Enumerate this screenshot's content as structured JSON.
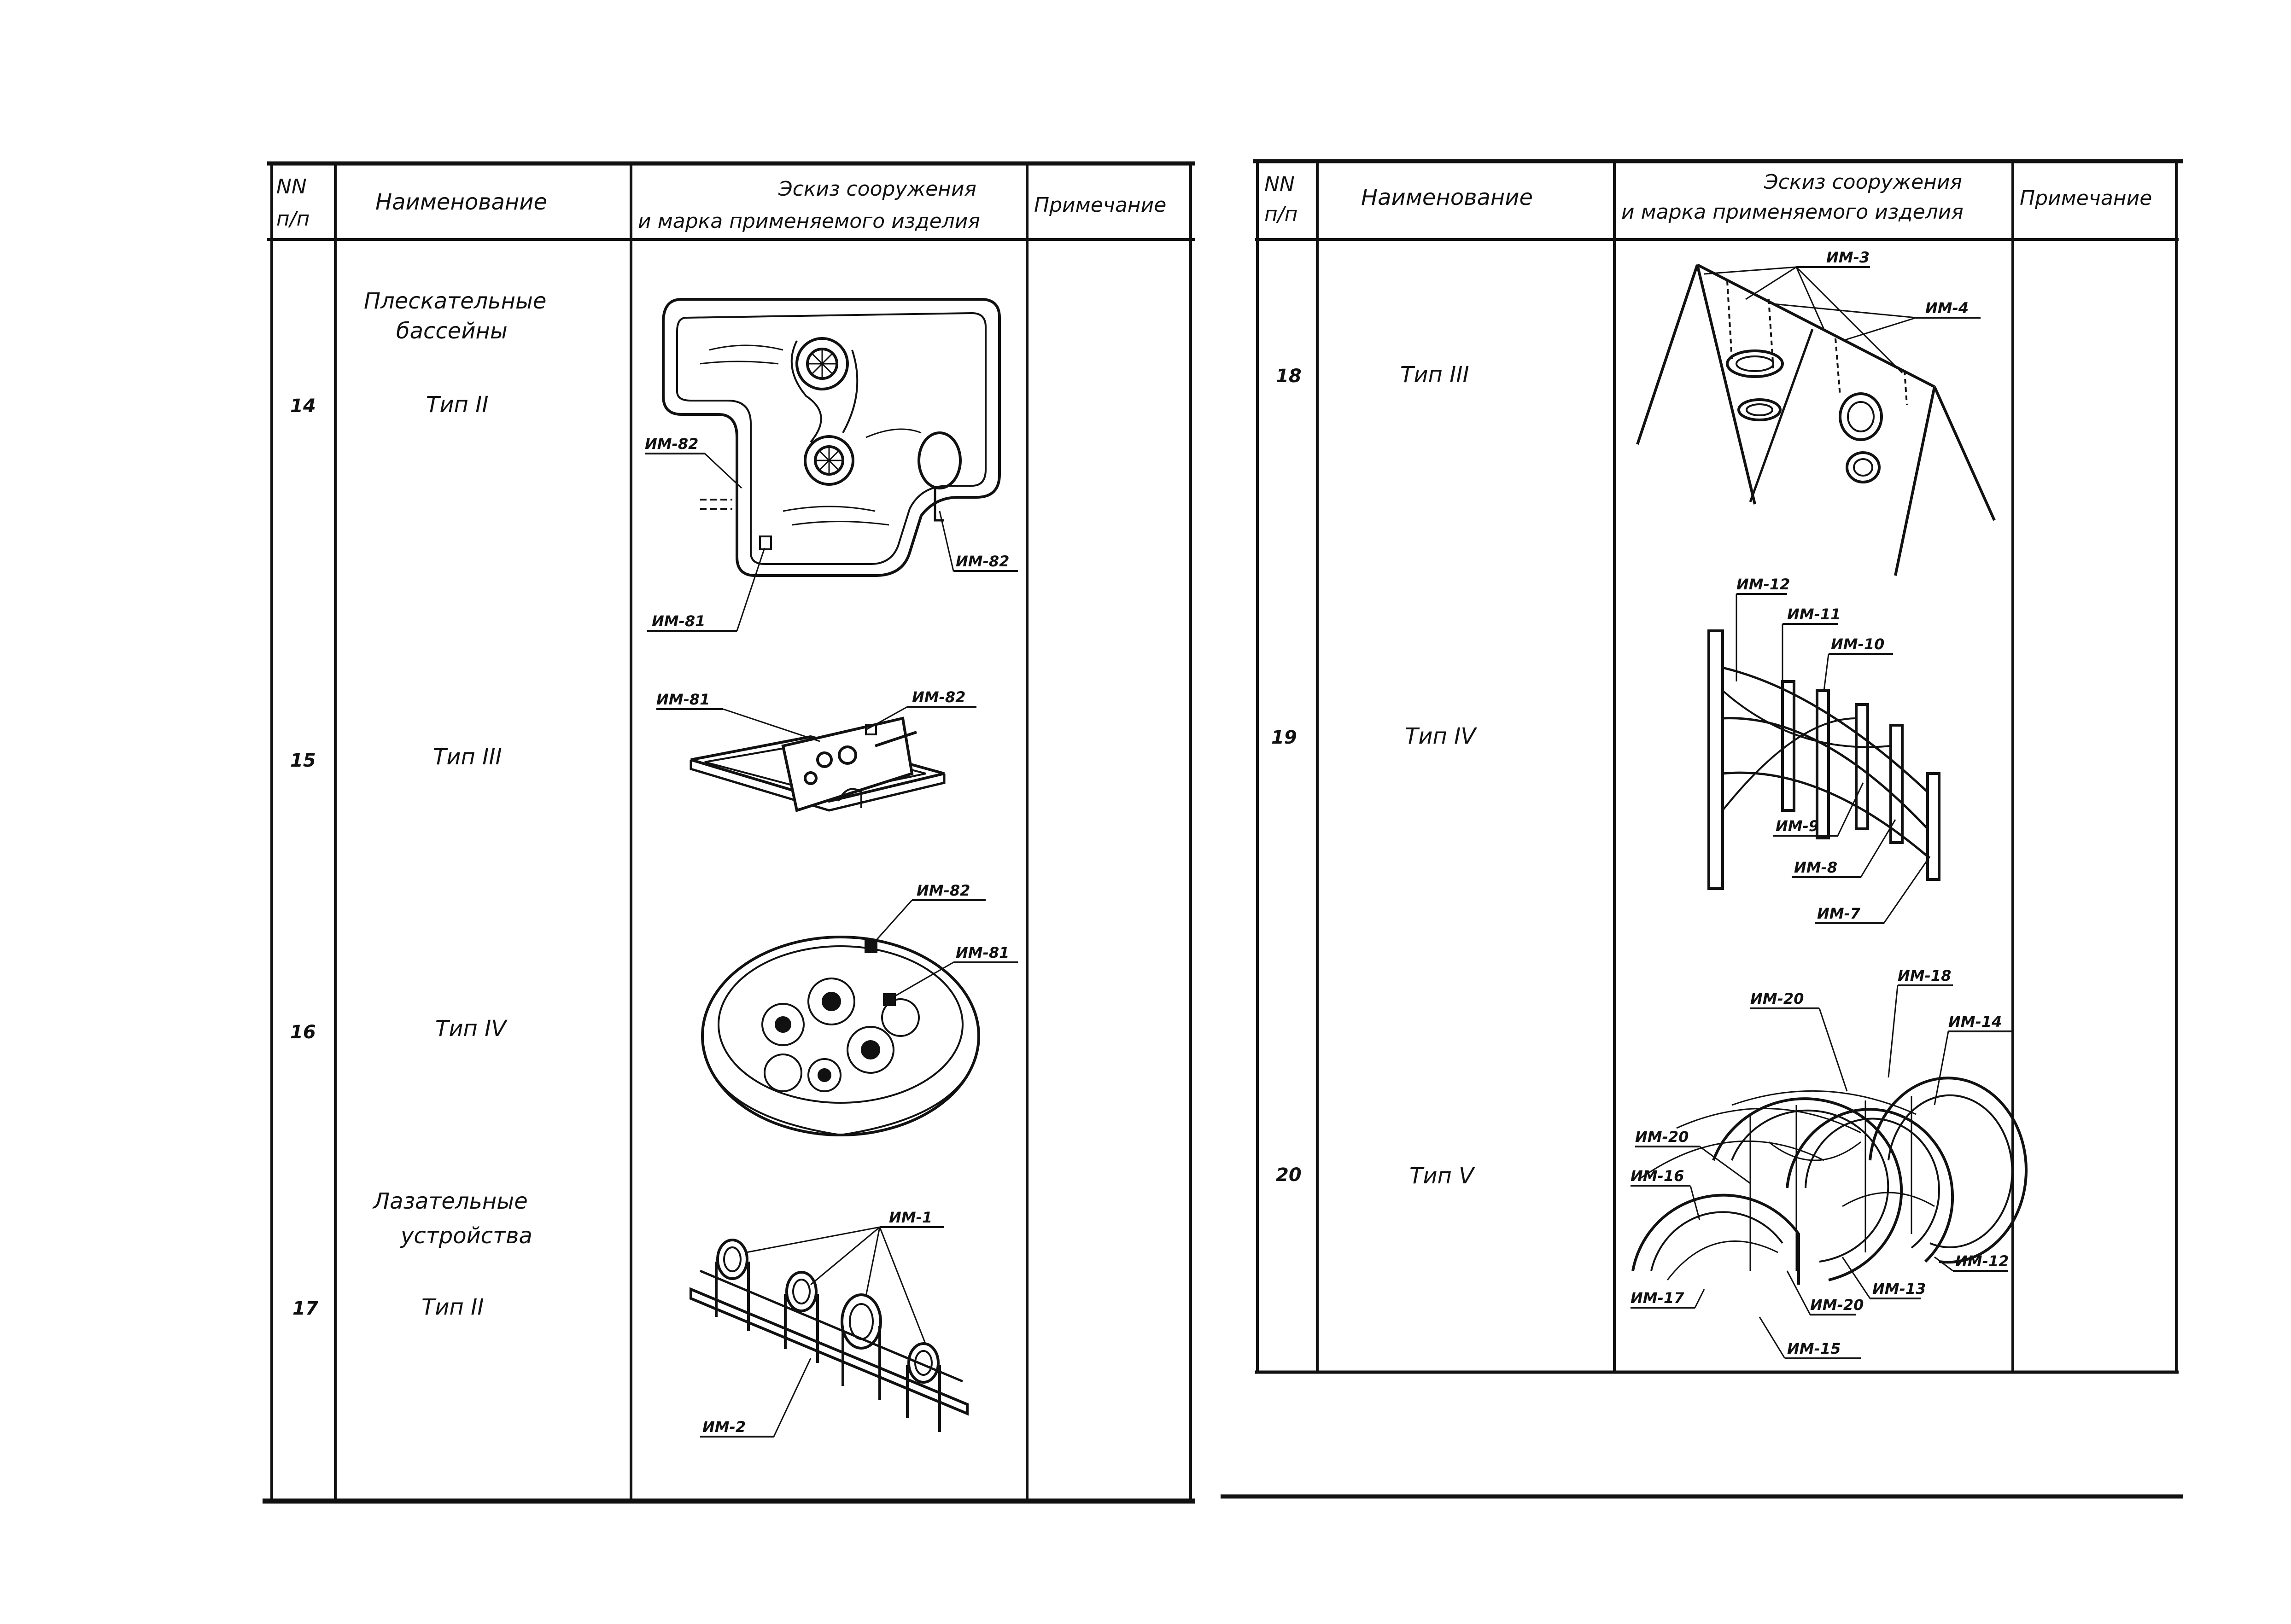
{
  "left_table": {
    "headers": {
      "nn": "NN",
      "pp": "п/п",
      "name": "Наименование",
      "sketch_line1": "Эскиз сооружения",
      "sketch_line2": "и марка применяемого изделия",
      "note": "Примечание"
    },
    "group_title_1_line1": "Плескательные",
    "group_title_1_line2": "бассейны",
    "group_title_2_line1": "Лазательные",
    "group_title_2_line2": "устройства",
    "rows": [
      {
        "num": "14",
        "type": "Тип II",
        "labels": [
          "ИМ-82",
          "ИМ-82",
          "ИМ-81"
        ]
      },
      {
        "num": "15",
        "type": "Тип III",
        "labels": [
          "ИМ-81",
          "ИМ-82"
        ]
      },
      {
        "num": "16",
        "type": "Тип IV",
        "labels": [
          "ИМ-82",
          "ИМ-81"
        ]
      },
      {
        "num": "17",
        "type": "Тип II",
        "labels": [
          "ИМ-1",
          "ИМ-2"
        ]
      }
    ]
  },
  "right_table": {
    "headers": {
      "nn": "NN",
      "pp": "п/п",
      "name": "Наименование",
      "sketch_line1": "Эскиз сооружения",
      "sketch_line2": "и марка применяемого изделия",
      "note": "Примечание"
    },
    "rows": [
      {
        "num": "18",
        "type": "Тип III",
        "labels": [
          "ИМ-3",
          "ИМ-4"
        ]
      },
      {
        "num": "19",
        "type": "Тип IV",
        "labels": [
          "ИМ-12",
          "ИМ-11",
          "ИМ-10",
          "ИМ-9",
          "ИМ-8",
          "ИМ-7"
        ]
      },
      {
        "num": "20",
        "type": "Тип V",
        "labels": [
          "ИМ-20",
          "ИМ-18",
          "ИМ-14",
          "ИМ-20",
          "ИМ-16",
          "ИМ-17",
          "ИМ-20",
          "ИМ-13",
          "ИМ-12",
          "ИМ-15"
        ]
      }
    ]
  },
  "icons": [
    "pool-sketch",
    "swing-sketch",
    "climber-sketch",
    "tunnel-sketch"
  ]
}
